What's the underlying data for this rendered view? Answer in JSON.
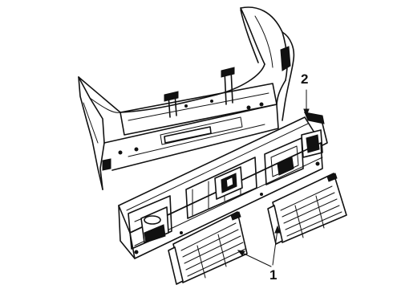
{
  "diagram": {
    "callouts": [
      {
        "id": "part-1",
        "label": "1"
      },
      {
        "id": "part-2",
        "label": "2"
      }
    ],
    "colors": {
      "ink": "#111111",
      "paper": "#ffffff"
    }
  }
}
